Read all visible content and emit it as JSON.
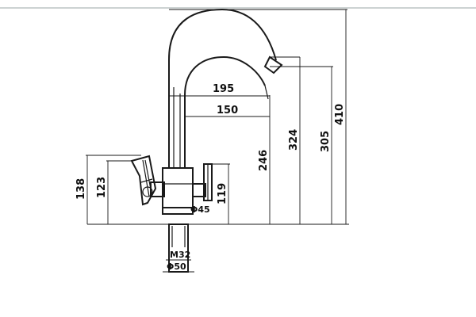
{
  "drawing": {
    "dimensions": {
      "reach_outer": "195",
      "reach_inner": "150",
      "spout_height_246": "246",
      "spout_height_324": "324",
      "spout_height_305": "305",
      "total_height": "410",
      "lever_height_138": "138",
      "lever_height_123": "123",
      "body_height_119": "119",
      "body_diameter": "Φ45",
      "thread": "M32",
      "base_diameter": "Φ50"
    }
  }
}
